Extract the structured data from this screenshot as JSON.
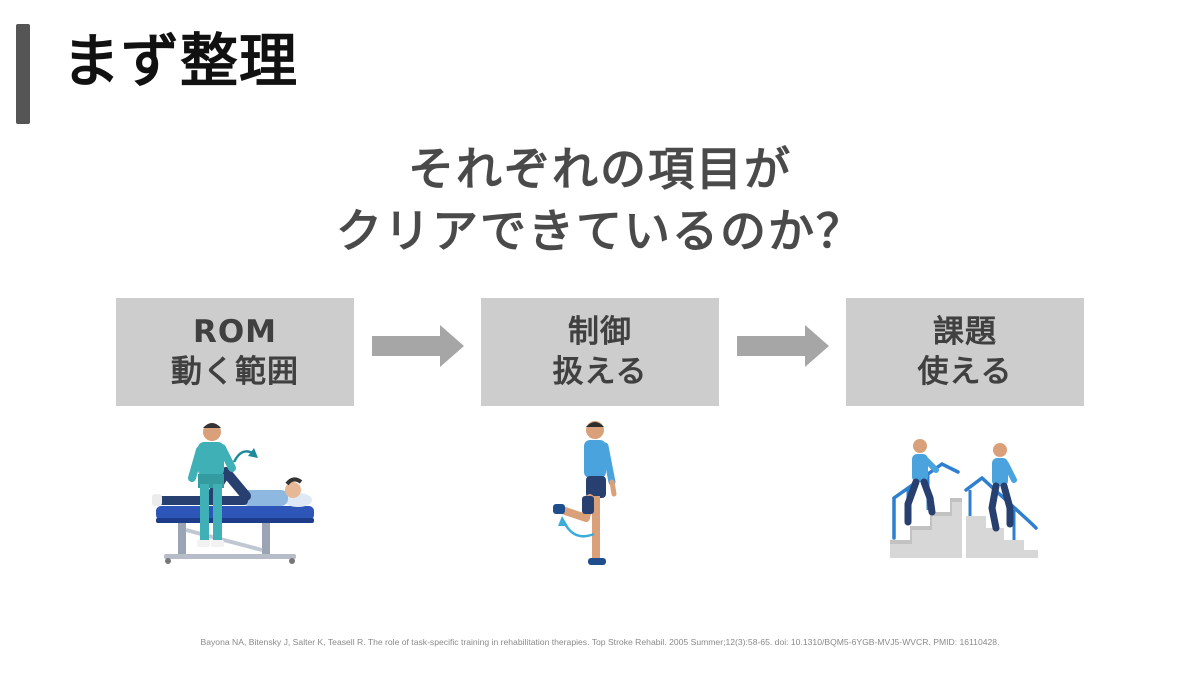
{
  "title": "まず整理",
  "question": {
    "line1": "それぞれの項目が",
    "line2": "クリアできているのか？"
  },
  "steps": [
    {
      "line1": "ROM",
      "line2": "動く範囲"
    },
    {
      "line1": "制御",
      "line2": "扱える"
    },
    {
      "line1": "課題",
      "line2": "使える"
    }
  ],
  "illustrations": [
    "therapist-stretching-patient-leg-illustration",
    "standing-knee-flexion-exercise-illustration",
    "man-climbing-stairs-with-handrail-illustration"
  ],
  "colors": {
    "title_text": "#111111",
    "accent_bar": "#555555",
    "question_text": "#4a4a4a",
    "box_fill": "#cdcdcd",
    "box_text": "#404040",
    "arrow": "#a6a6a6",
    "scrub_blue": "#3fb0b5",
    "table_blue": "#2e56b8",
    "shirt_blue": "#4aa3dd"
  },
  "citation": "Bayona NA, Bitensky J, Salter K, Teasell R. The role of task-specific training in rehabilitation therapies. Top Stroke Rehabil. 2005 Summer;12(3):58-65. doi: 10.1310/BQM5-6YGB-MVJ5-WVCR. PMID: 16110428."
}
